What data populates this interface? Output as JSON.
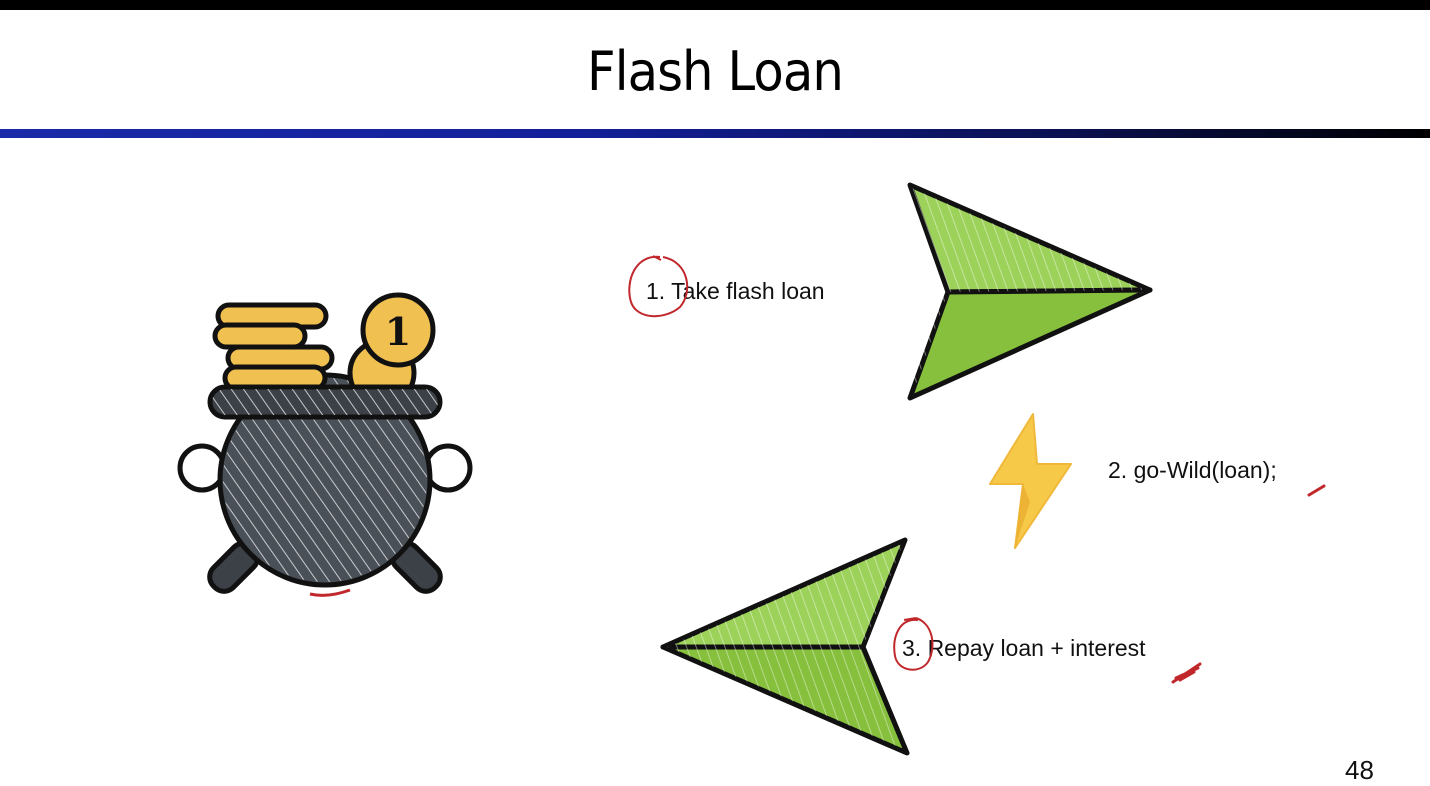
{
  "slide": {
    "title": "Flash Loan",
    "page_number": "48"
  },
  "steps": [
    {
      "label": "1. Take flash loan"
    },
    {
      "label": "2. go-Wild(loan);"
    },
    {
      "label": "3. Repay loan + interest"
    }
  ],
  "illustrations": {
    "pot": "pot-of-gold-icon",
    "coin_label": "1",
    "arrow_out": "paper-plane-right-icon",
    "bolt": "lightning-bolt-icon",
    "arrow_back": "paper-plane-left-icon"
  },
  "colors": {
    "rule_blue": "#1a2aa8",
    "arrow_green": "#8cc63f",
    "coin_gold": "#f0c050",
    "pot_gray": "#4a5058",
    "bolt_yellow": "#f7c948",
    "annotation_red": "#c0282c"
  }
}
